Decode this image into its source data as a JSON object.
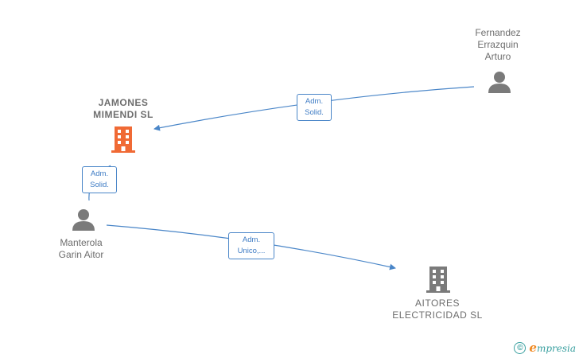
{
  "nodes": {
    "jamones": {
      "name_line1": "JAMONES",
      "name_line2": "MIMENDI  SL",
      "kind": "company",
      "icon": "building-icon",
      "color": "#f06a35"
    },
    "aitores": {
      "name_line1": "AITORES",
      "name_line2": "ELECTRICIDAD SL",
      "kind": "company",
      "icon": "building-icon",
      "color": "#7a7a7a"
    },
    "fernandez": {
      "name_line1": "Fernandez",
      "name_line2": "Errazquin",
      "name_line3": "Arturo",
      "kind": "person",
      "icon": "person-icon",
      "color": "#7a7a7a"
    },
    "manterola": {
      "name_line1": "Manterola",
      "name_line2": "Garin Aitor",
      "kind": "person",
      "icon": "person-icon",
      "color": "#7a7a7a"
    }
  },
  "edges": [
    {
      "id": "fernandez-jamones",
      "line1": "Adm.",
      "line2": "Solid."
    },
    {
      "id": "manterola-jamones",
      "line1": "Adm.",
      "line2": "Solid."
    },
    {
      "id": "manterola-aitores",
      "line1": "Adm.",
      "line2": "Unico,..."
    }
  ],
  "footer": {
    "copyright_symbol": "©",
    "brand_initial": "e",
    "brand_rest": "mpresia"
  },
  "colors": {
    "edge": "#4a86c8",
    "accent_company": "#f06a35",
    "neutral_icon": "#7a7a7a",
    "brand": "#3aa0a0"
  }
}
